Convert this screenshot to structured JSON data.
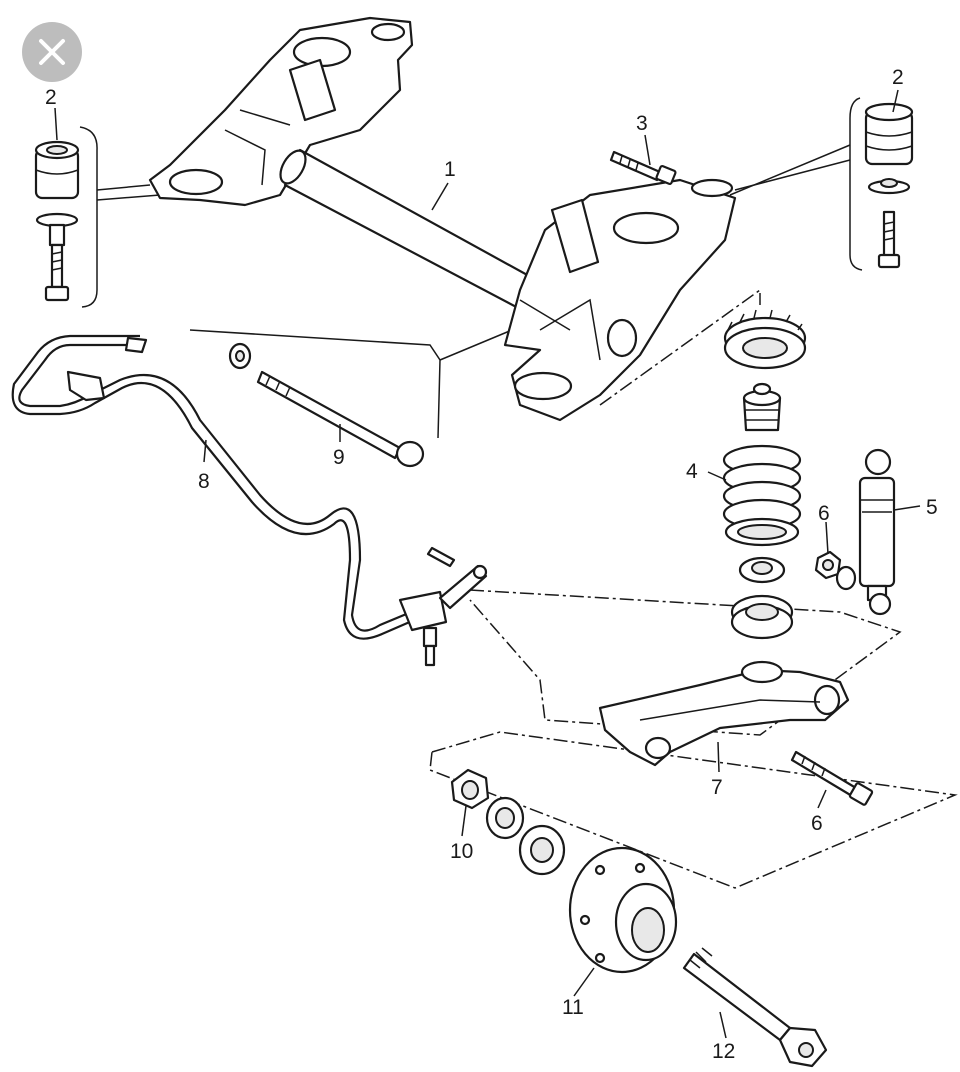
{
  "ui": {
    "close_button_icon": "close-icon",
    "close_button_color": "#bdbdbd"
  },
  "diagram": {
    "line_color": "#1a1a1a",
    "labels": {
      "l1": "1",
      "l2a": "2",
      "l2b": "2",
      "l3": "3",
      "l4": "4",
      "l5": "5",
      "l6a": "6",
      "l6b": "6",
      "l7": "7",
      "l8": "8",
      "l9": "9",
      "l10": "10",
      "l11": "11",
      "l12": "12"
    }
  }
}
